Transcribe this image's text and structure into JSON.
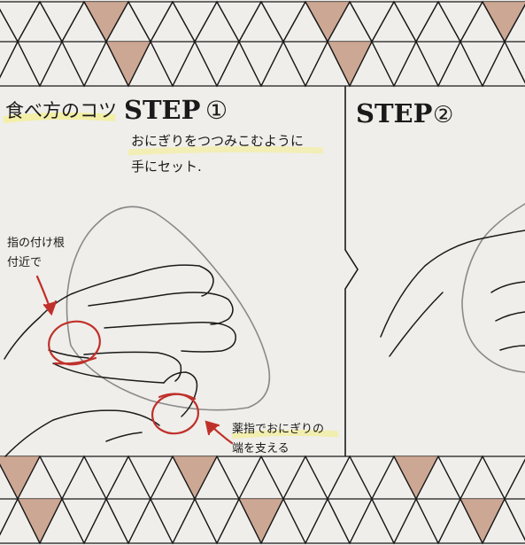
{
  "colors": {
    "paper": "#efeeea",
    "ink": "#1a1a1a",
    "pencil": "#8a8a8a",
    "red": "#c0302a",
    "terracotta": "#c69a84",
    "highlight": "#f3eea0"
  },
  "header": {
    "title": "食べ方のコツ"
  },
  "step1": {
    "label": "STEP",
    "number": "①",
    "instruction_line1": "おにぎりをつつみこむように",
    "instruction_line2": "手にセット."
  },
  "step2": {
    "label": "STEP",
    "number": "②"
  },
  "annotations": {
    "finger_base_line1": "指の付け根",
    "finger_base_line2": "付近で",
    "ring_finger_line1": "薬指でおにぎりの",
    "ring_finger_line2": "端を支える"
  }
}
